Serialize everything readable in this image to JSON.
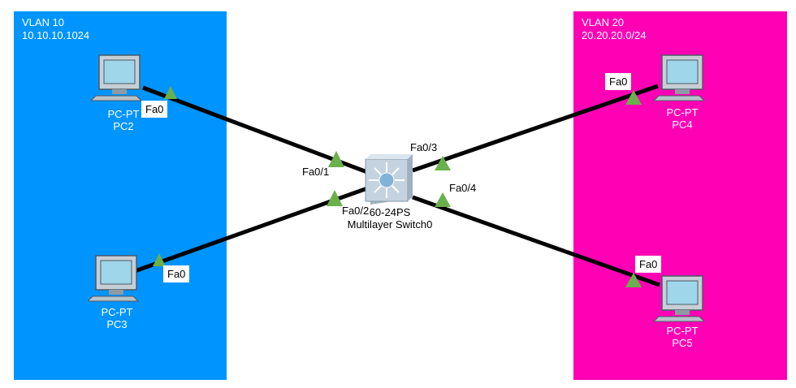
{
  "vlans": [
    {
      "name": "VLAN 10",
      "subnet": "10.10.10.1024",
      "color": "#0094ff"
    },
    {
      "name": "VLAN 20",
      "subnet": "20.20.20.0/24",
      "color": "#ff00b4"
    }
  ],
  "switch": {
    "model": "60-24PS",
    "name": "Multilayer Switch0",
    "icon": "multilayer-switch-icon"
  },
  "pcs": [
    {
      "type": "PC-PT",
      "name": "PC2",
      "port": "Fa0",
      "icon": "pc-icon"
    },
    {
      "type": "PC-PT",
      "name": "PC3",
      "port": "Fa0",
      "icon": "pc-icon"
    },
    {
      "type": "PC-PT",
      "name": "PC4",
      "port": "Fa0",
      "icon": "pc-icon"
    },
    {
      "type": "PC-PT",
      "name": "PC5",
      "port": "Fa0",
      "icon": "pc-icon"
    }
  ],
  "switch_ports": [
    "Fa0/1",
    "Fa0/2",
    "Fa0/3",
    "Fa0/4"
  ],
  "link_status_color": "#6ab04c"
}
